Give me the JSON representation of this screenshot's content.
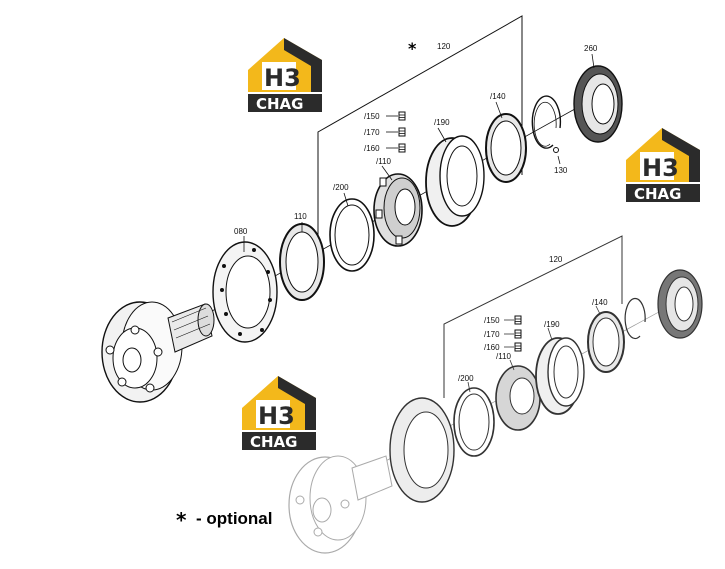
{
  "brand": {
    "mark": "H3",
    "name": "CHAG",
    "colors": {
      "gold": "#f3b81b",
      "dark": "#2b2b2b"
    }
  },
  "assembly_top": {
    "group_label": "120",
    "optional_mark": "*",
    "labels": {
      "p080": "080",
      "p110": "110",
      "p200": "/200",
      "p110b": "/110",
      "p150": "/150",
      "p170": "/170",
      "p160": "/160",
      "p190": "/190",
      "p140": "/140",
      "p130": "130",
      "p260": "260"
    }
  },
  "assembly_bottom": {
    "group_label": "120",
    "labels": {
      "p200": "/200",
      "p110b": "/110",
      "p150": "/150",
      "p170": "/170",
      "p160": "/160",
      "p190": "/190",
      "p140": "/140"
    }
  },
  "legend": {
    "mark": "*",
    "text": "- optional"
  }
}
